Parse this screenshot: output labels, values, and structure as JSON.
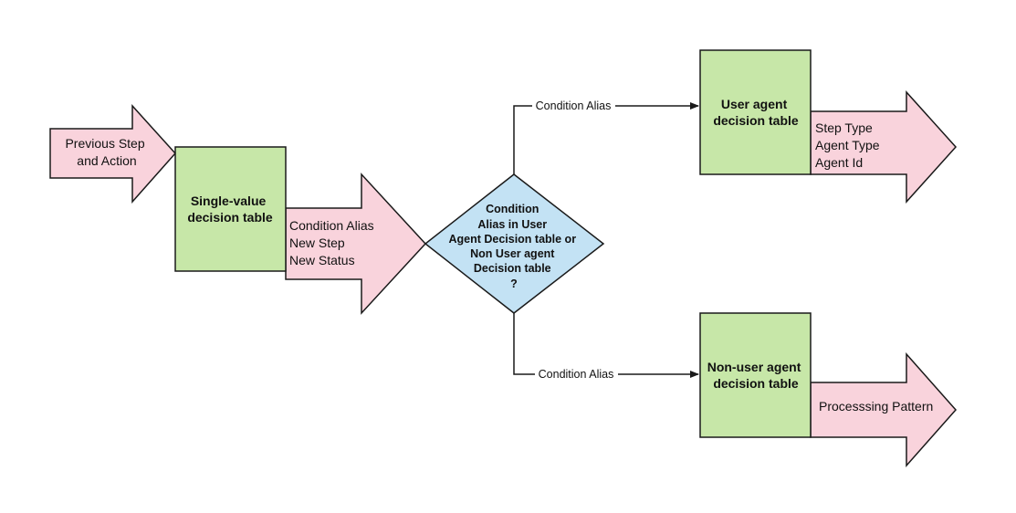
{
  "colors": {
    "decision_table_fill": "#c7e7a8",
    "arrow_fill": "#f9d3dc",
    "diamond_fill": "#c3e2f4",
    "stroke": "#1a1a1a",
    "label_background": "#ffffff"
  },
  "input_arrow": {
    "lines": [
      "Previous Step",
      "and Action"
    ]
  },
  "single_value_table": {
    "lines": [
      "Single-value",
      "decision table"
    ]
  },
  "single_value_output": {
    "lines": [
      "Condition Alias",
      "New Step",
      "New Status"
    ]
  },
  "decision": {
    "lines": [
      "Condition",
      "Alias in User",
      "Agent Decision table or",
      "Non User agent",
      "Decision table",
      "?"
    ]
  },
  "connector_top": {
    "label": "Condition Alias"
  },
  "connector_bottom": {
    "label": "Condition Alias"
  },
  "user_agent_table": {
    "lines": [
      "User agent",
      "decision table"
    ]
  },
  "user_agent_output": {
    "lines": [
      "Step Type",
      "Agent Type",
      "Agent Id"
    ]
  },
  "non_user_agent_table": {
    "lines": [
      "Non-user agent",
      "decision table"
    ]
  },
  "non_user_agent_output": {
    "lines": [
      "Processsing Pattern"
    ]
  }
}
